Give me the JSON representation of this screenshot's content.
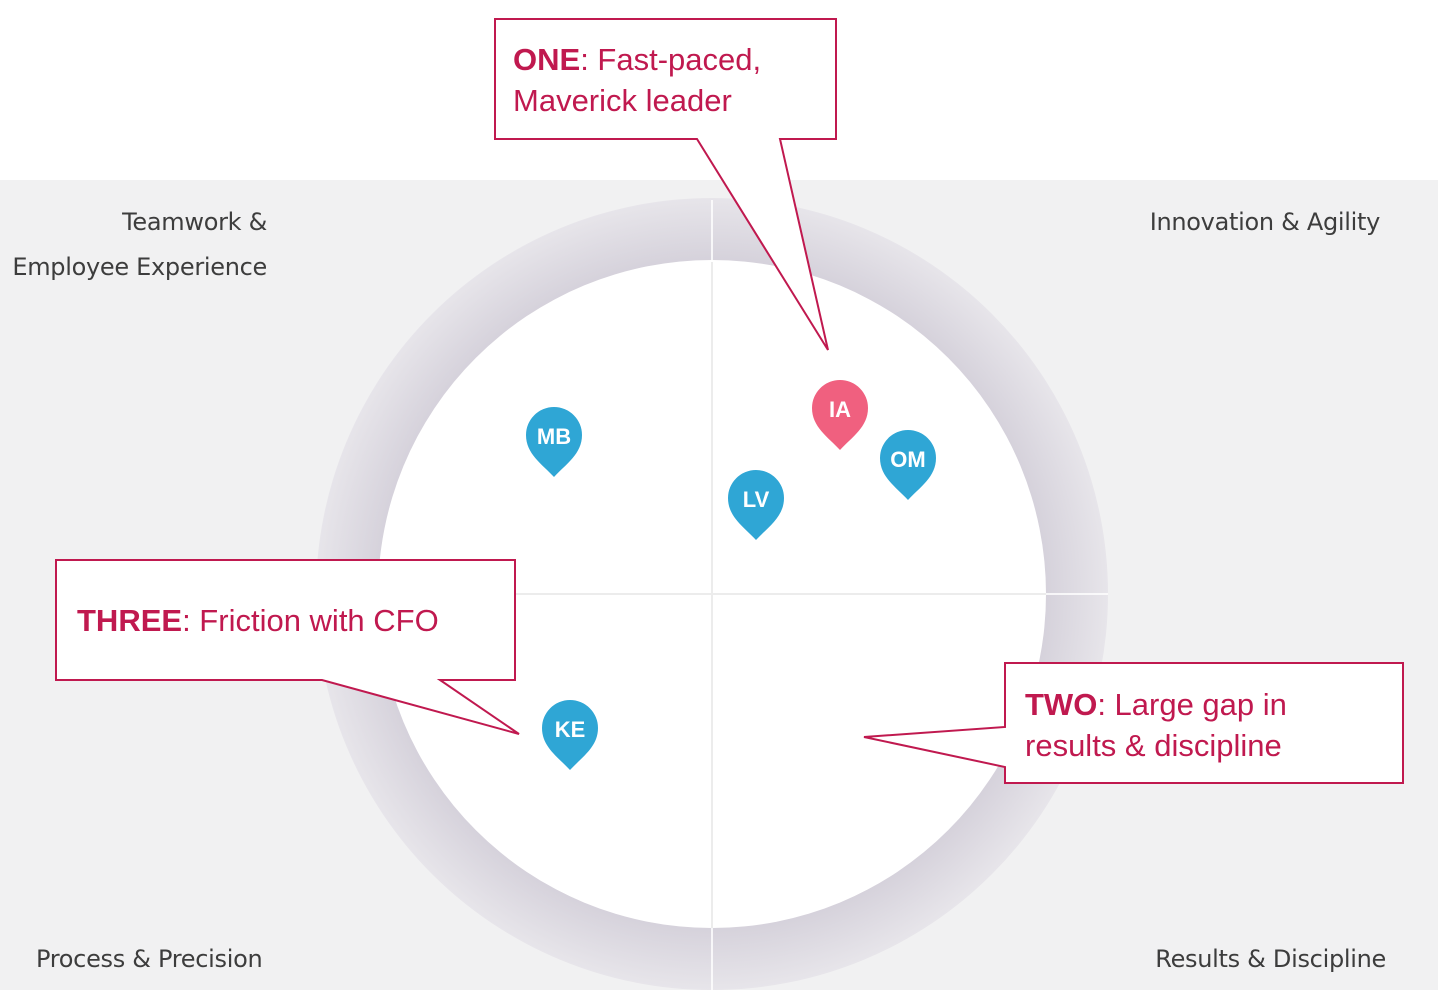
{
  "quadrants": {
    "top_left": [
      "Teamwork &",
      "Employee Experience"
    ],
    "top_right": "Innovation & Agility",
    "bottom_left": "Process & Precision",
    "bottom_right": "Results & Discipline"
  },
  "markers": [
    {
      "id": "ia",
      "label": "IA",
      "color": "#f0607f"
    },
    {
      "id": "om",
      "label": "OM",
      "color": "#2fa6d5"
    },
    {
      "id": "lv",
      "label": "LV",
      "color": "#2fa6d5"
    },
    {
      "id": "mb",
      "label": "MB",
      "color": "#2fa6d5"
    },
    {
      "id": "ke",
      "label": "KE",
      "color": "#2fa6d5"
    }
  ],
  "callouts": {
    "one": {
      "title": "ONE",
      "lines": [
        ": Fast-paced,",
        "Maverick leader"
      ]
    },
    "two": {
      "title": "TWO",
      "lines": [
        ": Large gap in",
        "results & discipline"
      ]
    },
    "three": {
      "title": "THREE",
      "lines": [
        ": Friction with CFO"
      ]
    }
  },
  "colors": {
    "accent": "#c0194f",
    "panel_bg": "#f1f1f2",
    "ring": "#e0dde5",
    "marker_blue": "#2fa6d5",
    "marker_pink": "#f0607f"
  }
}
